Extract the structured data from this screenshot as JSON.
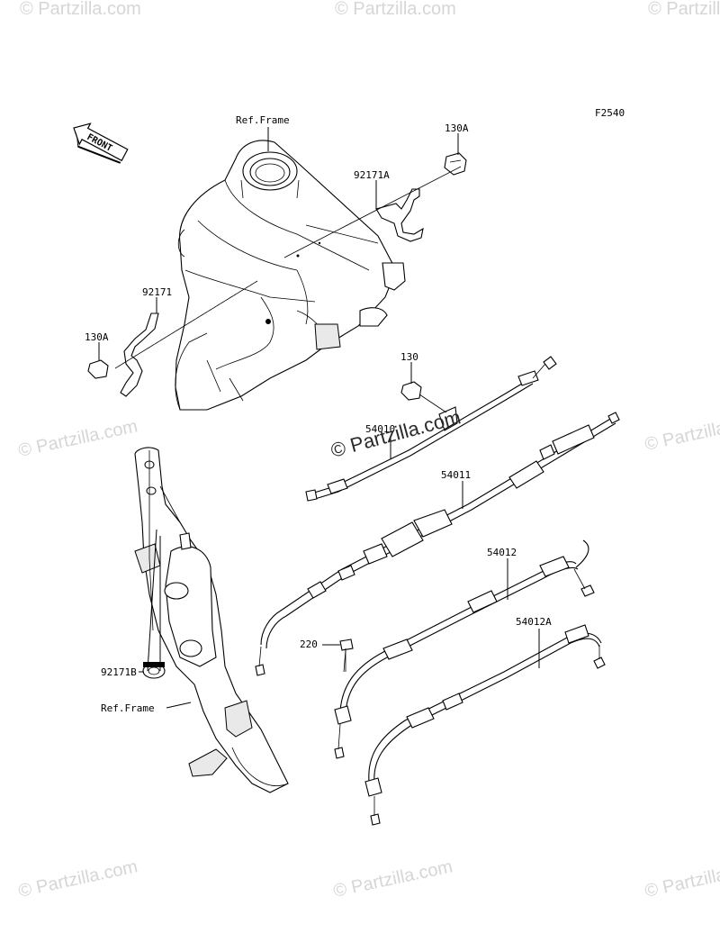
{
  "figure_code": "F2540",
  "front_arrow": "FRONT",
  "labels": {
    "ref_frame_top": "Ref.Frame",
    "ref_frame_bottom": "Ref.Frame",
    "p130A_top": "130A",
    "p92171A": "92171A",
    "p92171": "92171",
    "p130A_left": "130A",
    "p130": "130",
    "p54010": "54010",
    "p54011": "54011",
    "p54012": "54012",
    "p54012A": "54012A",
    "p220": "220",
    "p92171B": "92171B"
  },
  "watermark": {
    "small": "© Partzilla.com",
    "center": "© Partzilla.com"
  }
}
